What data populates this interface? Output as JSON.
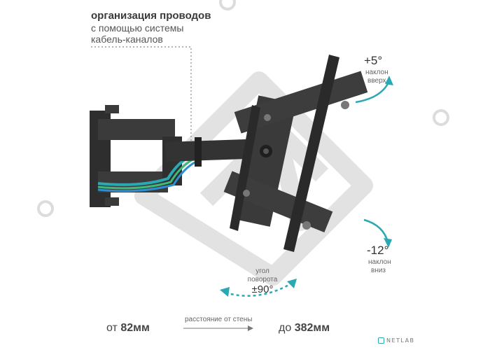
{
  "header": {
    "title": "организация проводов",
    "line2": "с помощью системы",
    "line3": "кабель-каналов"
  },
  "tilt_up": {
    "value": "+5°",
    "label1": "наклон",
    "label2": "вверх"
  },
  "tilt_down": {
    "value": "-12°",
    "label1": "наклон",
    "label2": "вниз"
  },
  "rotation": {
    "label1": "угол",
    "label2": "поворота",
    "value": "±90°"
  },
  "distance": {
    "label": "расстояние от стены",
    "from_prefix": "от",
    "from_value": "82мм",
    "to_prefix": "до",
    "to_value": "382мм"
  },
  "logo": {
    "text": "NETLAB"
  },
  "colors": {
    "accent": "#2aa8b4",
    "metal": "#2e2e2e",
    "watermark": "#d9d9d9",
    "cable_green": "#3fb87a",
    "cable_blue": "#2c8fd1"
  }
}
